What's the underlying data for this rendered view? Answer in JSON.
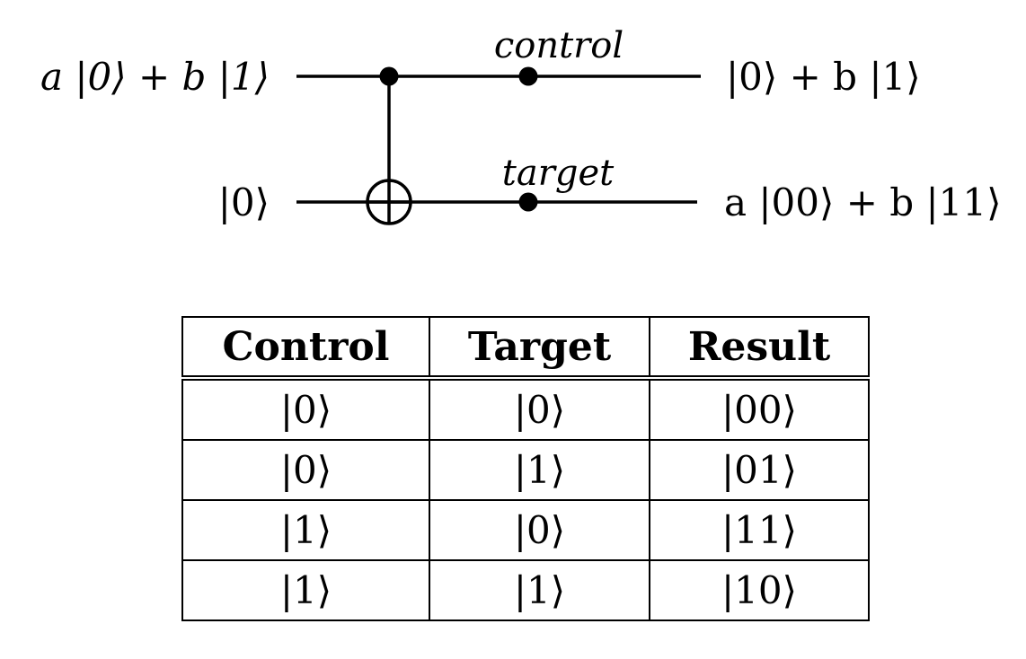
{
  "circuit": {
    "input_top": "a |0⟩ + b |1⟩",
    "input_bottom": "|0⟩",
    "output_top": "|0⟩ + b |1⟩",
    "output_bottom": "a |00⟩ + b |11⟩",
    "label_top": "control",
    "label_bottom": "target"
  },
  "table": {
    "headers": [
      "Control",
      "Target",
      "Result"
    ],
    "rows": [
      [
        "|0⟩",
        "|0⟩",
        "|00⟩"
      ],
      [
        "|0⟩",
        "|1⟩",
        "|01⟩"
      ],
      [
        "|1⟩",
        "|0⟩",
        "|11⟩"
      ],
      [
        "|1⟩",
        "|1⟩",
        "|10⟩"
      ]
    ]
  }
}
